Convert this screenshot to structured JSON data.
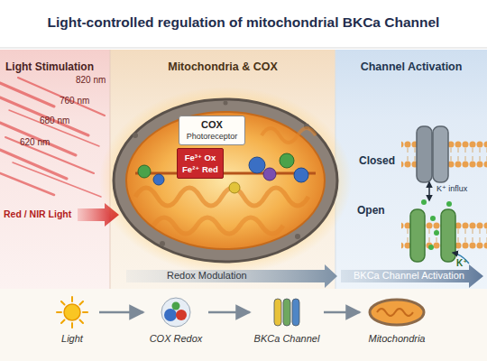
{
  "diagram": {
    "title": "Light-controlled regulation of mitochondrial BKCa Channel",
    "nodes": [
      {
        "text": [
          "Light Stimulation"
        ]
      },
      {
        "text": [
          "Mitochondria & COX"
        ]
      },
      {
        "text": [
          "Channel Activation"
        ]
      },
      {
        "text": [
          "COX",
          "Photoreceptor"
        ],
        "in": 1
      },
      {
        "text": [
          "Fe³⁺ Ox",
          "Fe²⁺ Red"
        ],
        "in": 1
      },
      {
        "text": [
          "Light"
        ]
      },
      {
        "text": [
          "COX Redox"
        ]
      },
      {
        "text": [
          "BKCa Channel"
        ]
      },
      {
        "text": [
          "Mitochondria"
        ]
      }
    ],
    "edges": [
      {
        "from": 5,
        "to": 6,
        "arrow": "to"
      },
      {
        "from": 6,
        "to": 7,
        "arrow": "to"
      },
      {
        "from": 7,
        "to": 8,
        "arrow": "to"
      }
    ],
    "labels": [
      "820 nm",
      "760 nm",
      "680 nm",
      "620 nm",
      "Red / NIR Light",
      "Closed",
      "Open",
      "K⁺ influx",
      "K⁺",
      "Redox Modulation",
      "BKCa Channel Activation"
    ]
  }
}
